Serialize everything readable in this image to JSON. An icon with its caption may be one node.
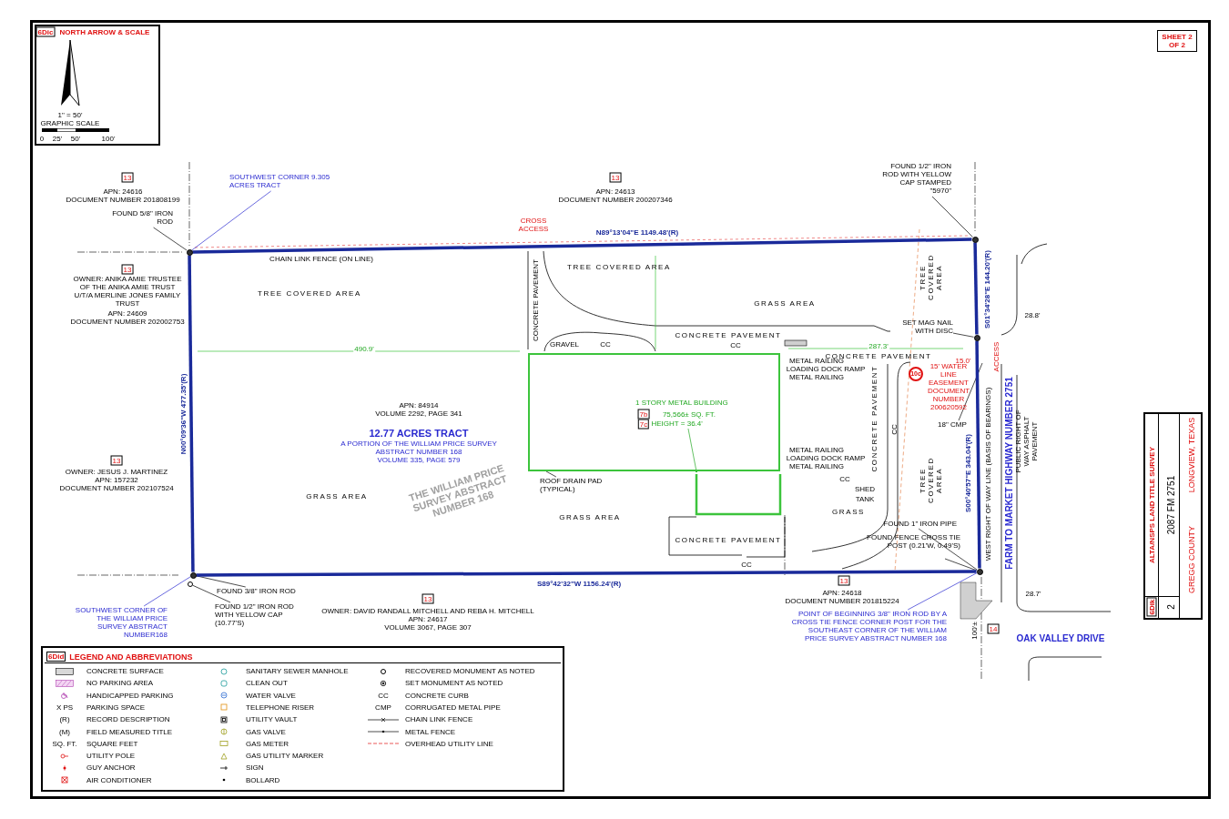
{
  "diagram": {
    "nodes": [
      {
        "text": [
          "FOUND 5/8\" IRON ROD"
        ]
      },
      {
        "text": [
          "SOUTHWEST CORNER 9.305 ACRES TRACT"
        ]
      },
      {
        "text": [],
        "shape": "circle"
      },
      {
        "text": [
          "FOUND 1/2\" IRON ROD WITH YELLOW CAP STAMPED \"5970\""
        ]
      },
      {
        "text": [],
        "shape": "circle"
      },
      {
        "text": [
          "SET MAG NAIL WITH DISC"
        ]
      },
      {
        "text": [],
        "shape": "circle"
      },
      {
        "text": [
          "18\" CMP"
        ]
      },
      {
        "text": [
          "FOUND 1\" IRON PIPE"
        ]
      },
      {
        "text": [
          "FOUND FENCE CROSS TIE POST (0.21'W, 0.49'S)"
        ]
      },
      {
        "text": [],
        "shape": "circle"
      },
      {
        "text": [
          "POINT OF BEGINNING 3/8\" IRON ROD BY A CROSS TIE FENCE CORNER POST FOR THE SOUTHEAST CORNER OF THE WILLIAM PRICE SURVEY ABSTRACT NUMBER 168"
        ]
      },
      {
        "text": [
          "FOUND 3/8\" IRON ROD"
        ]
      },
      {
        "text": [
          "FOUND 1/2\" IRON ROD WITH YELLOW CAP (10.77'S)"
        ]
      },
      {
        "text": [],
        "shape": "circle"
      },
      {
        "text": [],
        "shape": "circle"
      },
      {
        "text": [
          "SOUTHWEST CORNER OF THE WILLIAM PRICE SURVEY ABSTRACT NUMBER168"
        ]
      },
      {
        "text": [
          "1 STORY METAL BUILDING"
        ]
      },
      {
        "text": [
          "HEIGHT = 36.4'"
        ],
        "in": 17
      },
      {
        "text": [
          "ROOF DRAIN PAD (TYPICAL)"
        ]
      }
    ],
    "edges": [
      {
        "from": 0,
        "to": 2,
        "arrow": "none"
      },
      {
        "from": 1,
        "to": 2,
        "arrow": "none",
        "color": "#2a2ad0"
      },
      {
        "from": 3,
        "to": 4,
        "arrow": "none"
      },
      {
        "from": 5,
        "to": 6,
        "arrow": "none"
      },
      {
        "from": 7,
        "to": null,
        "arrow": "none"
      },
      {
        "from": 8,
        "to": 10,
        "arrow": "none"
      },
      {
        "from": 9,
        "to": 10,
        "arrow": "none"
      },
      {
        "from": 11,
        "to": 10,
        "arrow": "none",
        "color": "#2a2ad0"
      },
      {
        "from": 12,
        "to": 14,
        "arrow": "none"
      },
      {
        "from": 13,
        "to": 15,
        "arrow": "none"
      },
      {
        "from": 16,
        "to": 14,
        "arrow": "none",
        "color": "#2a2ad0"
      },
      {
        "from": 18,
        "to": 17,
        "arrow": "other",
        "color": "#22a822"
      },
      {
        "from": 19,
        "to": 17,
        "arrow": "none"
      },
      {
        "from": 2,
        "to": 4,
        "arrow": "none",
        "label": "N89°13'04\"E 1149.48'(R)",
        "style": "thick",
        "color": "#1a2a9a"
      },
      {
        "from": 4,
        "to": 6,
        "arrow": "none",
        "label": "S01°34'28\"E 144.20'(R)",
        "style": "thick",
        "color": "#1a2a9a"
      },
      {
        "from": 6,
        "to": 10,
        "arrow": "none",
        "label": "S00°40'57\"E 343.04'(R)",
        "style": "thick",
        "color": "#1a2a9a"
      },
      {
        "from": 10,
        "to": 14,
        "arrow": "none",
        "label": "S89°42'32\"W 1156.24'(R)",
        "style": "thick",
        "color": "#1a2a9a"
      },
      {
        "from": 14,
        "to": 2,
        "arrow": "none",
        "label": "N00°09'36\"W 477.35'(R)",
        "style": "thick",
        "color": "#1a2a9a"
      }
    ],
    "labels": [
      "1\" = 50'",
      "GRAPHIC SCALE",
      "0",
      "25'",
      "50'",
      "100'",
      "13",
      "APN: 24616",
      "DOCUMENT NUMBER 201808199",
      "13",
      "APN: 24613",
      "DOCUMENT NUMBER 200207346",
      "13",
      "OWNER: ANIKA AMIE TRUSTEE OF THE ANIKA AMIE TRUST U/T/A MERLINE JONES FAMILY TRUST",
      "APN: 24609",
      "DOCUMENT NUMBER 202002753",
      "CROSS ACCESS",
      "CHAIN LINK FENCE (ON LINE)",
      "TREE COVERED AREA",
      "TREE COVERED AREA",
      "GRASS AREA",
      "CONCRETE PAVEMENT",
      "CONCRETE PAVEMENT",
      "GRAVEL",
      "CC",
      "CC",
      "CONCRETE PAVEMENT",
      "TREE COVERED AREA",
      "28.8'",
      "490.9'",
      "287.3'",
      "METAL RAILING",
      "LOADING DOCK RAMP",
      "METAL RAILING",
      "CONCRETE PAVEMENT",
      "CC",
      "10c",
      "15' WATER LINE EASEMENT DOCUMENT NUMBER 200620592",
      "15.0'",
      "ACCESS",
      "APN: 84914",
      "VOLUME 2292, PAGE 341",
      "12.77 ACRES TRACT",
      "A PORTION OF THE WILLIAM PRICE SURVEY",
      "ABSTRACT NUMBER 168",
      "VOLUME 335, PAGE 579",
      "THE WILLIAM PRICE SURVEY ABSTRACT NUMBER 168",
      "7b",
      "75,566± SQ. FT.",
      "7c",
      "METAL RAILING",
      "LOADING DOCK RAMP",
      "METAL RAILING",
      "13",
      "OWNER: JESUS J. MARTINEZ",
      "APN: 157232",
      "DOCUMENT NUMBER 202107524",
      "GRASS AREA",
      "GRASS AREA",
      "CC",
      "SHED",
      "TANK",
      "GRASS",
      "CONCRETE PAVEMENT",
      "CC",
      "TREE COVERED AREA",
      "WEST RIGHT OF WAY LINE (BASIS OF BEARINGS)",
      "FARM TO MARKET HIGHWAY NUMBER 2751",
      "PUBLIC RIGHT OF WAY ASPHALT PAVEMENT",
      "28.7'",
      "13",
      "APN: 24618",
      "DOCUMENT NUMBER 201815224",
      "14",
      "100'±",
      "OAK VALLEY DRIVE",
      "13",
      "OWNER: DAVID RANDALL MITCHELL AND REBA H. MITCHELL",
      "APN: 24617",
      "VOLUME 3067, PAGE 307",
      "ALTA/NSPS LAND TITLE SURVEY",
      "2087 FM 2751",
      "LONGVIEW, TEXAS",
      "GREGG COUNTY",
      "6Dik",
      "2",
      "X PS",
      "(R)",
      "(M)",
      "SQ. FT.",
      "CC",
      "CMP",
      "6Did",
      "LEGEND AND ABBREVIATIONS",
      "6Dic",
      "NORTH ARROW & SCALE",
      "SHEET 2 OF 2"
    ],
    "legend": [
      {
        "text": "CONCRETE SURFACE"
      },
      {
        "text": "NO PARKING AREA"
      },
      {
        "text": "HANDICAPPED PARKING"
      },
      {
        "text": "PARKING SPACE"
      },
      {
        "text": "RECORD DESCRIPTION"
      },
      {
        "text": "FIELD MEASURED TITLE"
      },
      {
        "text": "SQUARE FEET"
      },
      {
        "text": "UTILITY POLE"
      },
      {
        "text": "GUY ANCHOR"
      },
      {
        "text": "AIR CONDITIONER"
      },
      {
        "text": "SANITARY SEWER MANHOLE"
      },
      {
        "text": "CLEAN OUT"
      },
      {
        "text": "WATER VALVE"
      },
      {
        "text": "TELEPHONE RISER"
      },
      {
        "text": "UTILITY VAULT"
      },
      {
        "text": "GAS VALVE"
      },
      {
        "text": "GAS METER"
      },
      {
        "text": "GAS UTILITY MARKER"
      },
      {
        "text": "SIGN"
      },
      {
        "text": "BOLLARD"
      },
      {
        "text": "RECOVERED MONUMENT AS NOTED"
      },
      {
        "text": "SET MONUMENT AS NOTED"
      },
      {
        "text": "CONCRETE CURB"
      },
      {
        "text": "CORRUGATED METAL PIPE"
      },
      {
        "text": "CHAIN LINK FENCE"
      },
      {
        "text": "METAL FENCE"
      },
      {
        "text": "OVERHEAD UTILITY LINE"
      }
    ]
  }
}
